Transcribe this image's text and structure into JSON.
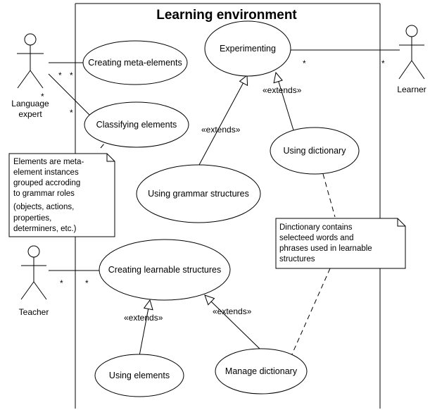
{
  "system": {
    "title": "Learning environment"
  },
  "actors": {
    "language_expert": {
      "line1": "Language",
      "line2": "expert"
    },
    "learner": {
      "label": "Learner"
    },
    "teacher": {
      "label": "Teacher"
    }
  },
  "use_cases": {
    "creating_meta_elements": "Creating meta-elements",
    "classifying_elements": "Classifying elements",
    "experimenting": "Experimenting",
    "using_dictionary": "Using dictionary",
    "using_grammar_structures": "Using grammar structures",
    "creating_learnable_structures": "Creating learnable structures",
    "using_elements": "Using elements",
    "manage_dictionary": "Manage dictionary"
  },
  "relations": {
    "extends_label": "«extends»",
    "multiplicity": "*"
  },
  "notes": {
    "elements_note": [
      "Elements are meta-",
      "element instances",
      "grouped accroding",
      "to grammar roles",
      "(objects, actions,",
      "properties,",
      "determiners, etc.)"
    ],
    "dictionary_note": [
      "Dinctionary contains",
      "selecteed words and",
      "phrases used in learnable",
      "structures"
    ]
  }
}
